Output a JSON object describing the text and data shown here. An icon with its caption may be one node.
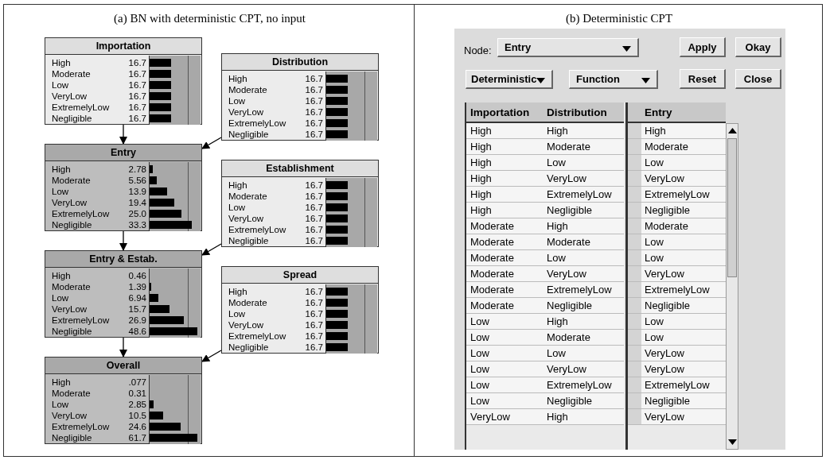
{
  "diagram": {
    "nodes": [
      {
        "text": [
          "Importation",
          "High",
          "16.7",
          "Moderate",
          "16.7",
          "Low",
          "16.7",
          "VeryLow",
          "16.7",
          "ExtremelyLow",
          "16.7",
          "Negligible",
          "16.7"
        ]
      },
      {
        "text": [
          "Distribution",
          "High",
          "16.7",
          "Moderate",
          "16.7",
          "Low",
          "16.7",
          "VeryLow",
          "16.7",
          "ExtremelyLow",
          "16.7",
          "Negligible",
          "16.7"
        ]
      },
      {
        "text": [
          "Entry",
          "High",
          "2.78",
          "Moderate",
          "5.56",
          "Low",
          "13.9",
          "VeryLow",
          "19.4",
          "ExtremelyLow",
          "25.0",
          "Negligible",
          "33.3"
        ]
      },
      {
        "text": [
          "Establishment",
          "High",
          "16.7",
          "Moderate",
          "16.7",
          "Low",
          "16.7",
          "VeryLow",
          "16.7",
          "ExtremelyLow",
          "16.7",
          "Negligible",
          "16.7"
        ]
      },
      {
        "text": [
          "Entry & Estab.",
          "High",
          "0.46",
          "Moderate",
          "1.39",
          "Low",
          "6.94",
          "VeryLow",
          "15.7",
          "ExtremelyLow",
          "26.9",
          "Negligible",
          "48.6"
        ]
      },
      {
        "text": [
          "Spread",
          "High",
          "16.7",
          "Moderate",
          "16.7",
          "Low",
          "16.7",
          "VeryLow",
          "16.7",
          "ExtremelyLow",
          "16.7",
          "Negligible",
          "16.7"
        ]
      },
      {
        "text": [
          "Overall",
          "High",
          ".077",
          "Moderate",
          "0.31",
          "Low",
          "2.85",
          "VeryLow",
          "10.5",
          "ExtremelyLow",
          "24.6",
          "Negligible",
          "61.7"
        ]
      }
    ],
    "edges": [
      {
        "from": 0,
        "to": 2,
        "arrow": "to"
      },
      {
        "from": 1,
        "to": 2,
        "arrow": "to"
      },
      {
        "from": 2,
        "to": 4,
        "arrow": "to"
      },
      {
        "from": 3,
        "to": 4,
        "arrow": "to"
      },
      {
        "from": 4,
        "to": 6,
        "arrow": "to"
      },
      {
        "from": 5,
        "to": 6,
        "arrow": "to"
      }
    ],
    "labels": [
      "(a) BN with deterministic CPT, no input",
      "(b) Deterministic CPT",
      "Node:",
      "Entry",
      "Apply",
      "Okay",
      "Deterministic",
      "Function",
      "Reset",
      "Close",
      "Importation",
      "Distribution",
      "Entry",
      "High",
      "High",
      "High",
      "High",
      "Moderate",
      "Moderate",
      "High",
      "Low",
      "Low",
      "High",
      "VeryLow",
      "VeryLow",
      "High",
      "ExtremelyLow",
      "ExtremelyLow",
      "High",
      "Negligible",
      "Negligible",
      "Moderate",
      "High",
      "Moderate",
      "Moderate",
      "Moderate",
      "Low",
      "Moderate",
      "Low",
      "Low",
      "Moderate",
      "VeryLow",
      "VeryLow",
      "Moderate",
      "ExtremelyLow",
      "ExtremelyLow",
      "Moderate",
      "Negligible",
      "Negligible",
      "Low",
      "High",
      "Low",
      "Low",
      "Moderate",
      "Low",
      "Low",
      "Low",
      "VeryLow",
      "Low",
      "VeryLow",
      "VeryLow",
      "Low",
      "ExtremelyLow",
      "ExtremelyLow",
      "Low",
      "Negligible",
      "Negligible",
      "VeryLow",
      "High",
      "VeryLow"
    ]
  }
}
